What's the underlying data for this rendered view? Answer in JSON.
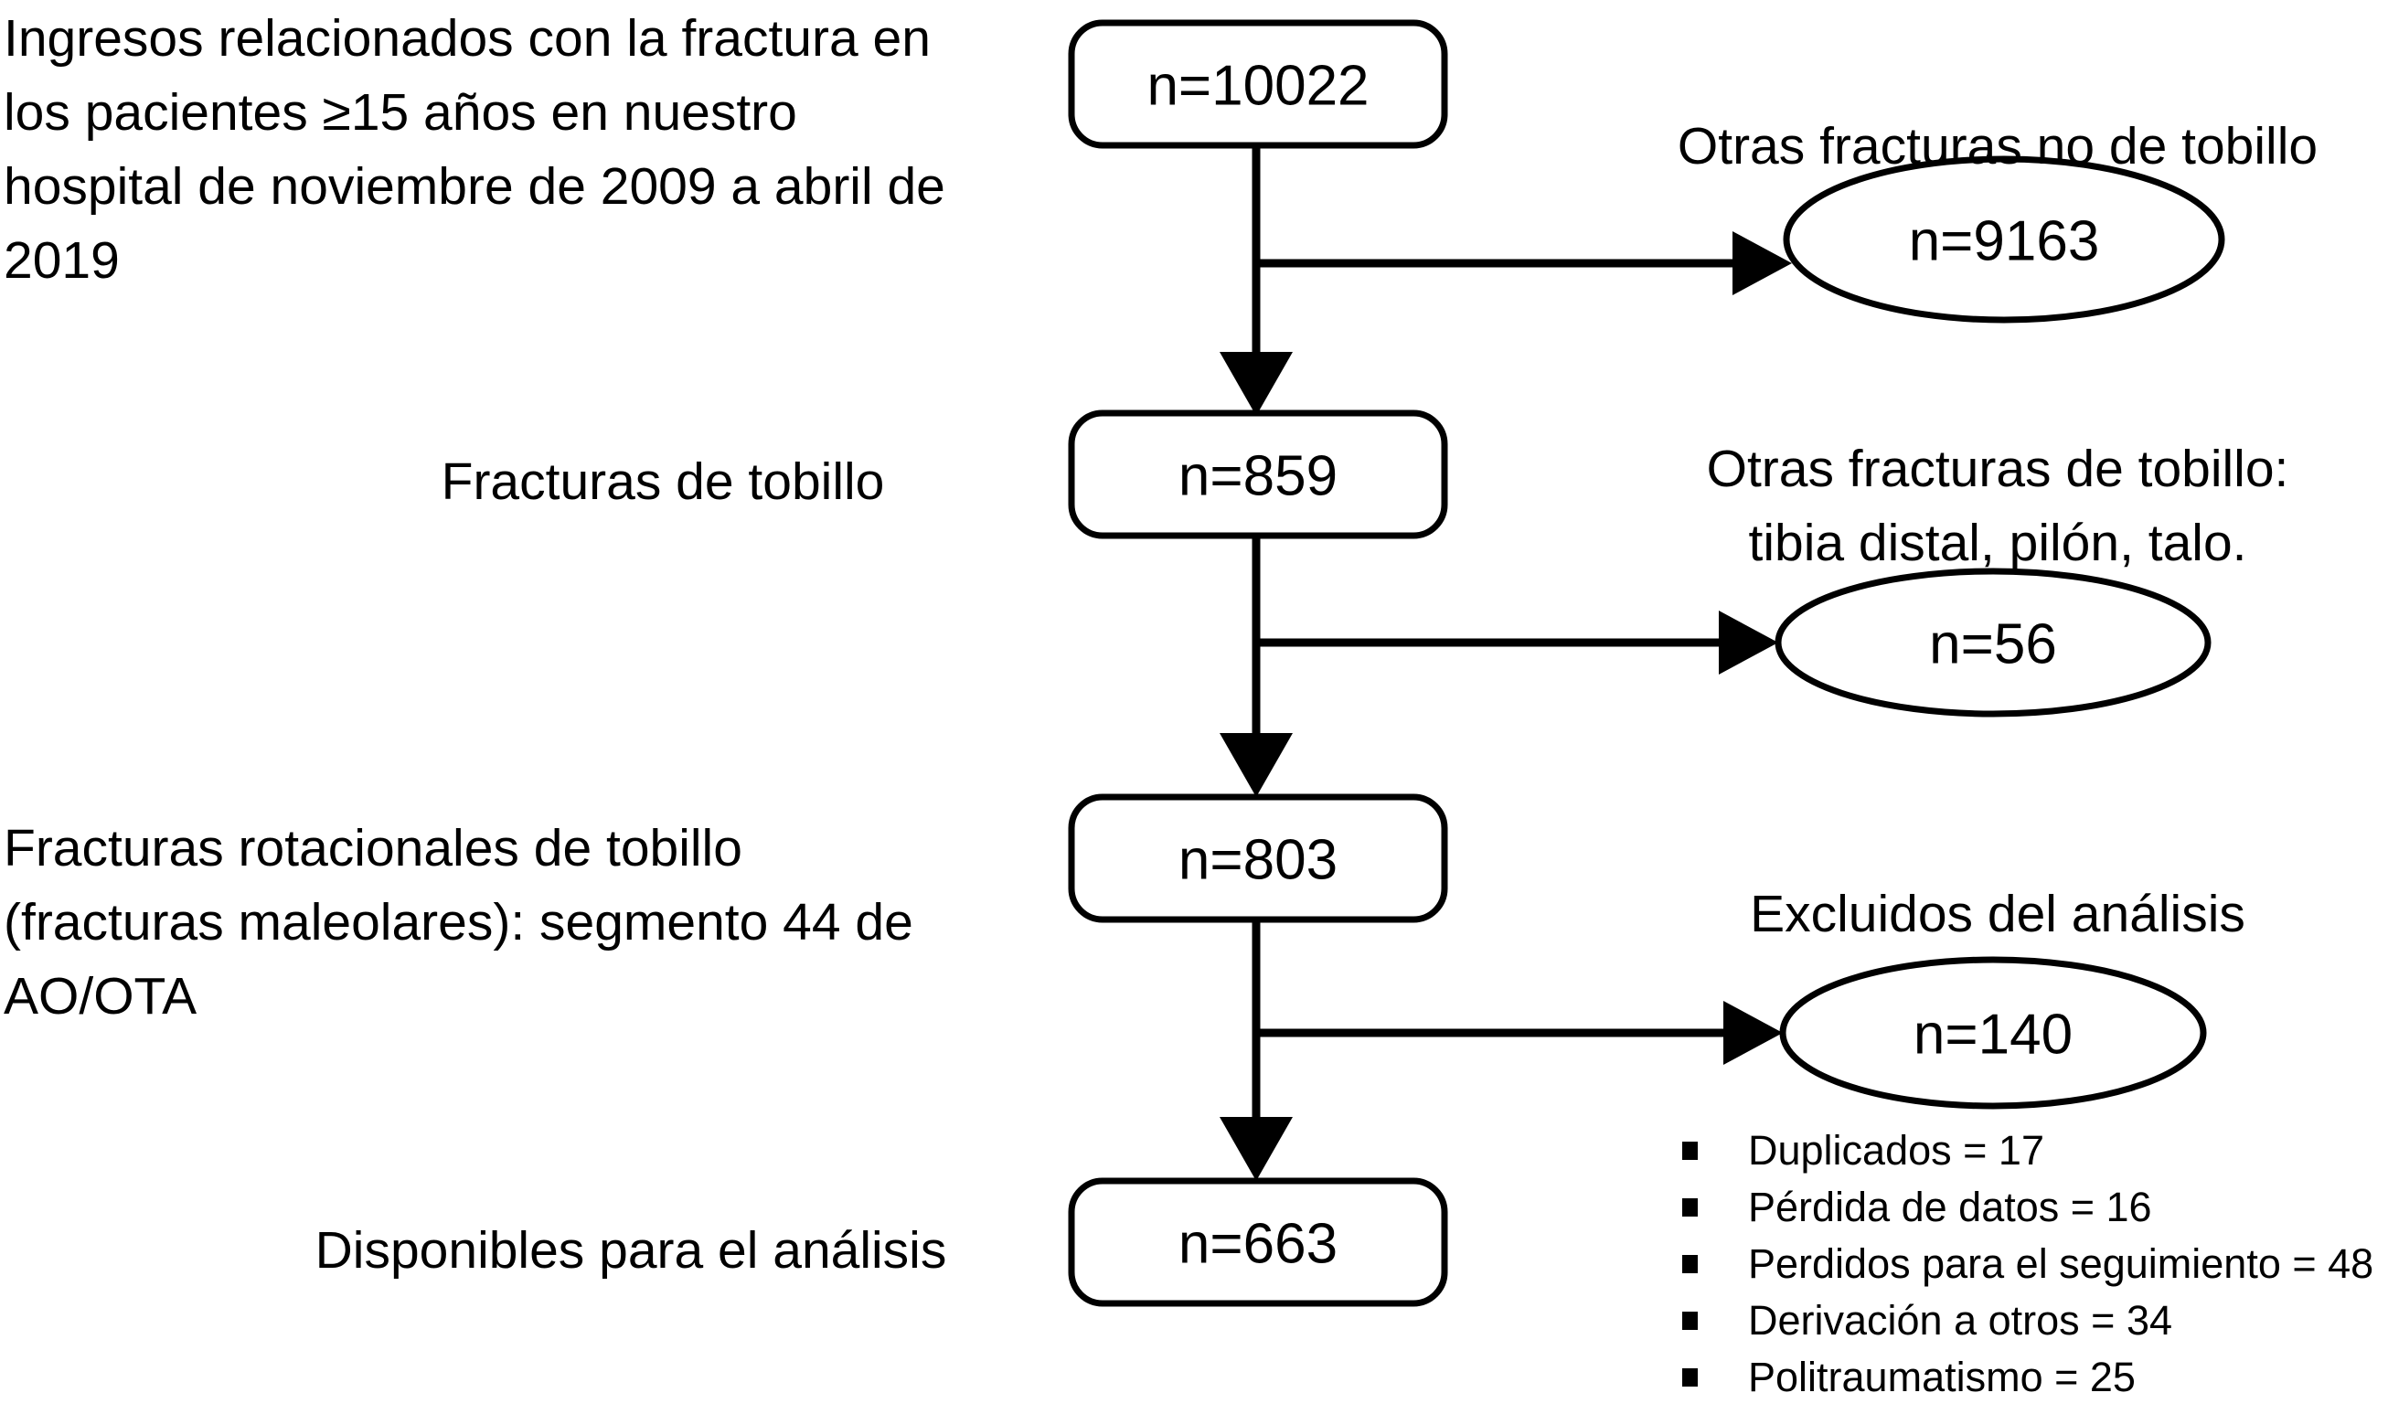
{
  "diagram": {
    "title_semantic": "flujograma-seleccion-pacientes-fractura-tobillo",
    "language": "es",
    "stroke_color": "#000000",
    "fill_color": "#ffffff",
    "background": "#ffffff"
  },
  "left_labels": [
    {
      "id": "label-ingresos",
      "text": "Ingresos relacionados con la fractura en los pacientes ≥15 años en nuestro hospital de noviembre de 2009 a abril de 2019",
      "align": "left"
    },
    {
      "id": "label-fracturas-tobillo",
      "text": "Fracturas de tobillo",
      "align": "center"
    },
    {
      "id": "label-fracturas-rotacionales",
      "text": "Fracturas rotacionales de tobillo (fracturas maleolares): segmento 44 de AO/OTA",
      "align": "left"
    },
    {
      "id": "label-disponibles",
      "text": "Disponibles para el análisis",
      "align": "center"
    }
  ],
  "main_nodes": [
    {
      "id": "node-10022",
      "label": "n=10022",
      "shape": "rounded-rect"
    },
    {
      "id": "node-859",
      "label": "n=859",
      "shape": "rounded-rect"
    },
    {
      "id": "node-803",
      "label": "n=803",
      "shape": "rounded-rect"
    },
    {
      "id": "node-663",
      "label": "n=663",
      "shape": "rounded-rect"
    }
  ],
  "excluded_nodes": [
    {
      "id": "node-9163",
      "label": "n=9163",
      "shape": "ellipse",
      "caption": "Otras fracturas no de tobillo"
    },
    {
      "id": "node-56",
      "label": "n=56",
      "shape": "ellipse",
      "caption": "Otras fracturas de tobillo:\ntibia distal, pilón, talo."
    },
    {
      "id": "node-140",
      "label": "n=140",
      "shape": "ellipse",
      "caption": "Excluidos del análisis"
    }
  ],
  "exclusion_breakdown": [
    "Duplicados = 17",
    "Pérdida de datos = 16",
    "Perdidos para el seguimiento = 48",
    "Derivación a otros = 34",
    "Politraumatismo = 25"
  ],
  "chart_data": {
    "type": "diagram",
    "flow": "patient-selection-flowchart",
    "steps": [
      {
        "stage": "Ingresos relacionados con la fractura",
        "n": 10022
      },
      {
        "stage": "Fracturas de tobillo",
        "n": 859
      },
      {
        "stage": "Fracturas rotacionales de tobillo (segmento 44 AO/OTA)",
        "n": 803
      },
      {
        "stage": "Disponibles para el análisis",
        "n": 663
      }
    ],
    "exclusions": [
      {
        "reason": "Otras fracturas no de tobillo",
        "n": 9163
      },
      {
        "reason": "Otras fracturas de tobillo: tibia distal, pilón, talo.",
        "n": 56
      },
      {
        "reason": "Excluidos del análisis",
        "n": 140,
        "detail": [
          {
            "reason": "Duplicados",
            "n": 17
          },
          {
            "reason": "Pérdida de datos",
            "n": 16
          },
          {
            "reason": "Perdidos para el seguimiento",
            "n": 48
          },
          {
            "reason": "Derivación a otros",
            "n": 34
          },
          {
            "reason": "Politraumatismo",
            "n": 25
          }
        ]
      }
    ]
  }
}
